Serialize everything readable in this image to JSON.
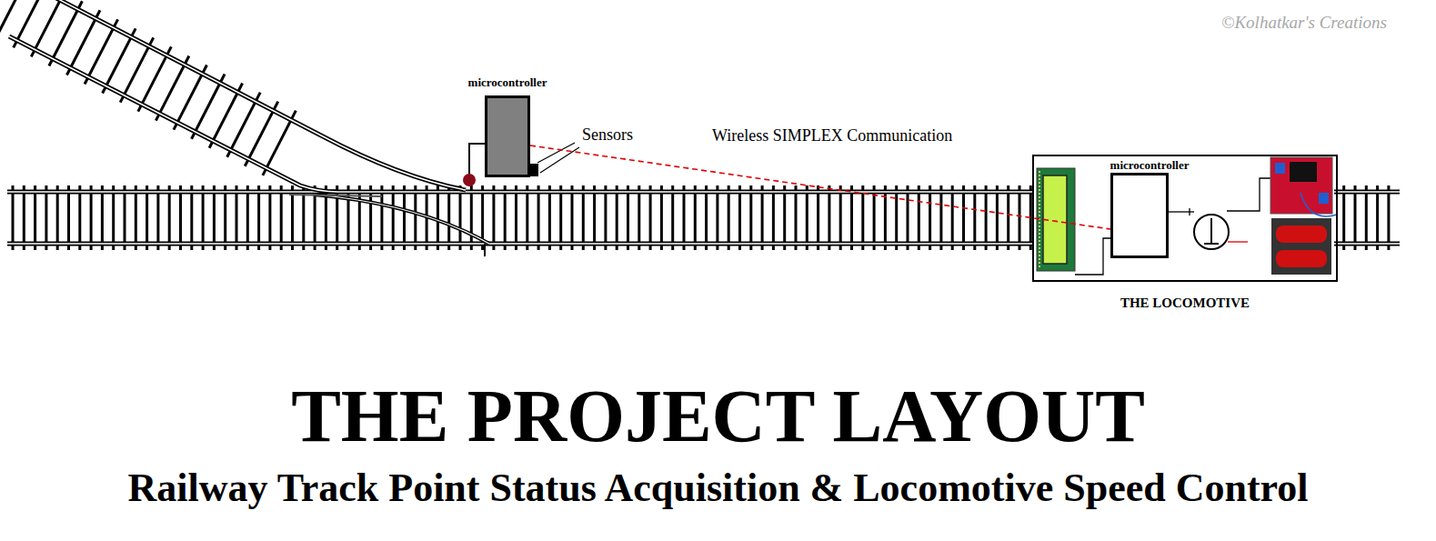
{
  "diagram": {
    "title": "THE PROJECT LAYOUT",
    "caption": "Railway Track Point Status Acquisition & Locomotive Speed Control",
    "nodes": [
      {
        "text": [
          "microcontroller"
        ]
      },
      {
        "text": [
          "THE LOCOMOTIVE"
        ]
      },
      {
        "text": [
          "microcontroller"
        ],
        "in": 1
      }
    ],
    "edges": [
      {
        "from": 0,
        "to": 2,
        "arrow": "none"
      }
    ],
    "labels": [
      "©Kolhatkar's Creations",
      "Sensors",
      "Wireless SIMPLEX Communication"
    ]
  }
}
